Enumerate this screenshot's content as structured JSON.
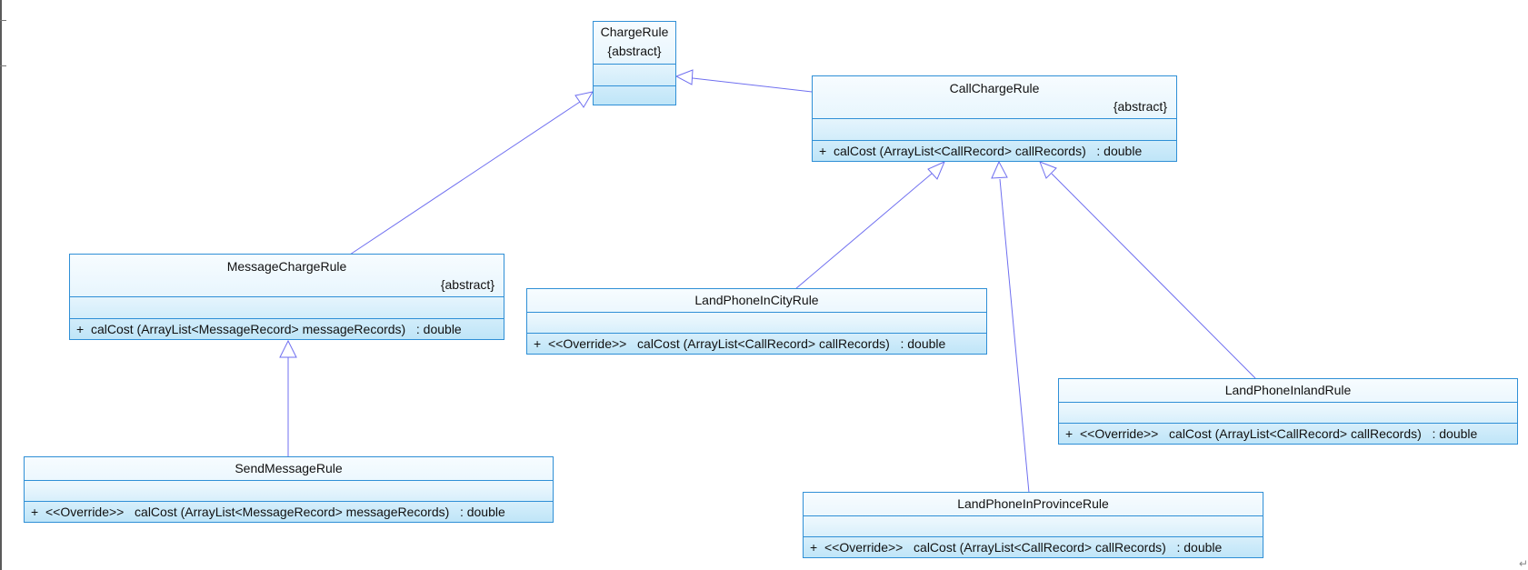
{
  "classes": {
    "charge_rule": {
      "name": "ChargeRule",
      "stereotype": "{abstract}"
    },
    "call_charge_rule": {
      "name": "CallChargeRule",
      "stereotype": "{abstract}",
      "op": {
        "visibility": "+",
        "modifier": "",
        "signature": "calCost (ArrayList<CallRecord> callRecords)",
        "return_type": ": double"
      }
    },
    "message_charge_rule": {
      "name": "MessageChargeRule",
      "stereotype": "{abstract}",
      "op": {
        "visibility": "+",
        "modifier": "",
        "signature": "calCost (ArrayList<MessageRecord> messageRecords)",
        "return_type": ": double"
      }
    },
    "land_phone_in_city_rule": {
      "name": "LandPhoneInCityRule",
      "op": {
        "visibility": "+",
        "modifier": "<<Override>>",
        "signature": "calCost (ArrayList<CallRecord> callRecords)",
        "return_type": ": double"
      }
    },
    "land_phone_inland_rule": {
      "name": "LandPhoneInlandRule",
      "op": {
        "visibility": "+",
        "modifier": "<<Override>>",
        "signature": "calCost (ArrayList<CallRecord> callRecords)",
        "return_type": ": double"
      }
    },
    "land_phone_in_province_rule": {
      "name": "LandPhoneInProvinceRule",
      "op": {
        "visibility": "+",
        "modifier": "<<Override>>",
        "signature": "calCost (ArrayList<CallRecord> callRecords)",
        "return_type": ": double"
      }
    },
    "send_message_rule": {
      "name": "SendMessageRule",
      "op": {
        "visibility": "+",
        "modifier": "<<Override>>",
        "signature": "calCost (ArrayList<MessageRecord> messageRecords)",
        "return_type": ": double"
      }
    }
  },
  "relations": [
    {
      "type": "generalization",
      "from": "CallChargeRule",
      "to": "ChargeRule"
    },
    {
      "type": "generalization",
      "from": "MessageChargeRule",
      "to": "ChargeRule"
    },
    {
      "type": "generalization",
      "from": "LandPhoneInCityRule",
      "to": "CallChargeRule"
    },
    {
      "type": "generalization",
      "from": "LandPhoneInProvinceRule",
      "to": "CallChargeRule"
    },
    {
      "type": "generalization",
      "from": "LandPhoneInlandRule",
      "to": "CallChargeRule"
    },
    {
      "type": "generalization",
      "from": "SendMessageRule",
      "to": "MessageChargeRule"
    }
  ],
  "colors": {
    "border": "#2f8fd6",
    "fill_top": "#f7fcff",
    "fill_bottom": "#bfe5f8",
    "edge": "#6f6ff0"
  },
  "paragraph_mark": "↵"
}
